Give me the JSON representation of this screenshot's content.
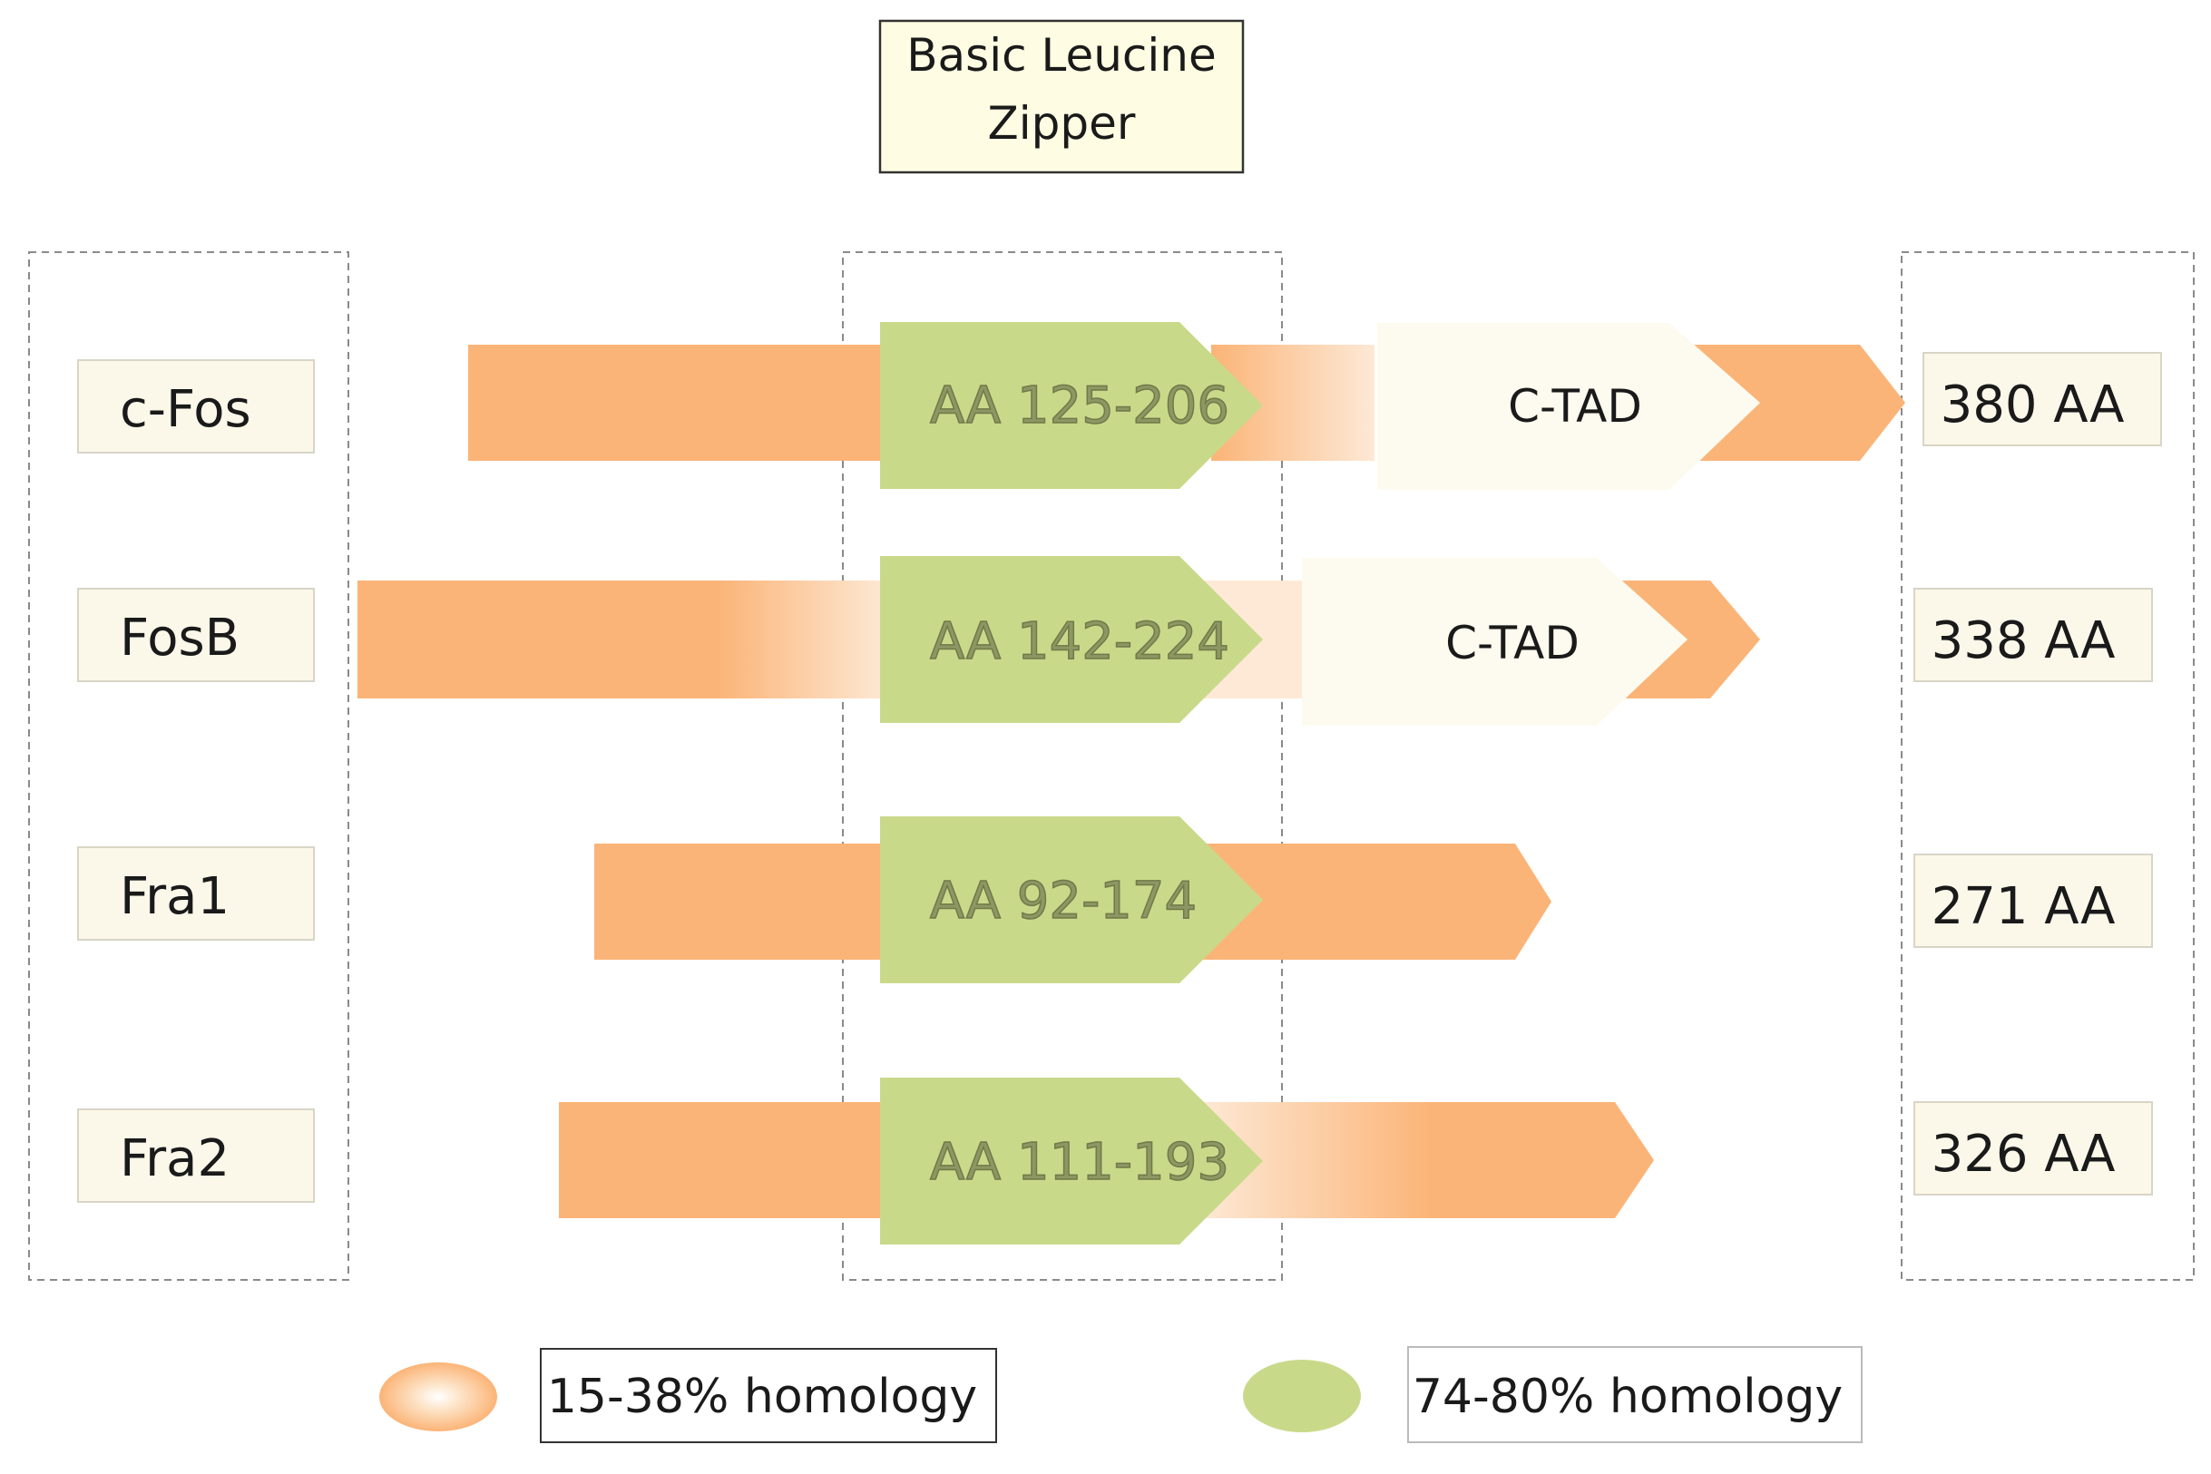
{
  "header": {
    "title_line1": "Basic Leucine",
    "title_line2": "Zipper"
  },
  "proteins": [
    {
      "name": "c-Fos",
      "bzip_range": "AA 125-206",
      "length": "380 AA",
      "tad": "C-TAD"
    },
    {
      "name": "FosB",
      "bzip_range": "AA 142-224",
      "length": "338 AA",
      "tad": "C-TAD"
    },
    {
      "name": "Fra1",
      "bzip_range": "AA 92-174",
      "length": "271 AA",
      "tad": ""
    },
    {
      "name": "Fra2",
      "bzip_range": "AA 111-193",
      "length": "326 AA",
      "tad": ""
    }
  ],
  "legend": {
    "low": "15-38% homology",
    "high": "74-80% homology"
  },
  "colors": {
    "orange": "#fbb477",
    "green": "#c9d98a",
    "tad": "#fdfbef",
    "label_box": "#fbf8ea",
    "title_box": "#fefde3"
  }
}
